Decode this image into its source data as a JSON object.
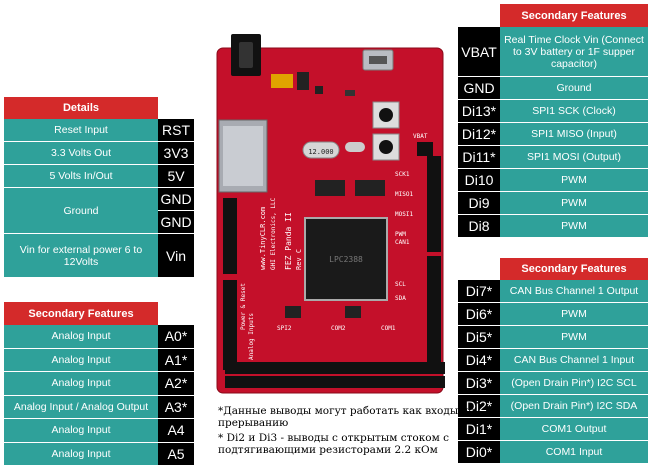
{
  "details": {
    "title": "Details",
    "rows": [
      {
        "desc": "Reset Input",
        "pin": "RST"
      },
      {
        "desc": "3.3 Volts Out",
        "pin": "3V3"
      },
      {
        "desc": "5 Volts In/Out",
        "pin": "5V"
      },
      {
        "desc": "Ground",
        "pin": "GND"
      },
      {
        "desc": "",
        "pin": "GND"
      },
      {
        "desc": "Vin for external power 6 to 12Volts",
        "pin": "Vin"
      }
    ]
  },
  "analog": {
    "title": "Secondary Features",
    "rows": [
      {
        "desc": "Analog Input",
        "pin": "A0*"
      },
      {
        "desc": "Analog Input",
        "pin": "A1*"
      },
      {
        "desc": "Analog Input",
        "pin": "A2*"
      },
      {
        "desc": "Analog Input / Analog Output",
        "pin": "A3*"
      },
      {
        "desc": "Analog Input",
        "pin": "A4"
      },
      {
        "desc": "Analog Input",
        "pin": "A5"
      }
    ]
  },
  "top_right": {
    "title": "Secondary Features",
    "rows": [
      {
        "pin": "VBAT",
        "desc": "Real Time Clock Vin (Connect to 3V battery or 1F supper capacitor)"
      },
      {
        "pin": "GND",
        "desc": "Ground"
      },
      {
        "pin": "Di13*",
        "desc": "SPI1 SCK (Clock)"
      },
      {
        "pin": "Di12*",
        "desc": "SPI1 MISO (Input)"
      },
      {
        "pin": "Di11*",
        "desc": "SPI1 MOSI (Output)"
      },
      {
        "pin": "Di10",
        "desc": "PWM"
      },
      {
        "pin": "Di9",
        "desc": "PWM"
      },
      {
        "pin": "Di8",
        "desc": "PWM"
      }
    ]
  },
  "bottom_right": {
    "title": "Secondary Features",
    "rows": [
      {
        "pin": "Di7*",
        "desc": "CAN Bus Channel 1 Output"
      },
      {
        "pin": "Di6*",
        "desc": "PWM"
      },
      {
        "pin": "Di5*",
        "desc": "PWM"
      },
      {
        "pin": "Di4*",
        "desc": "CAN Bus Channel 1 Input"
      },
      {
        "pin": "Di3*",
        "desc": "(Open Drain Pin*) I2C SCL"
      },
      {
        "pin": "Di2*",
        "desc": "(Open Drain Pin*) I2C SDA"
      },
      {
        "pin": "Di1*",
        "desc": "COM1 Output"
      },
      {
        "pin": "Di0*",
        "desc": "COM1 Input"
      }
    ]
  },
  "notes": [
    "*Данные выводы могут работать как входы по прерыванию",
    "* Di2 и Di3 - выводы с открытым стоком с подтягивающими резисторами 2.2 кОм"
  ],
  "board": {
    "title": "FEZ Panda II",
    "subtitle": "Rev C",
    "brand": "www.TinyCLR.com",
    "brand2": "GHI Electronics, LLC",
    "chip_text": "LPC2388",
    "crystal": "12.000",
    "label_vbat": "VBAT",
    "label_com2": "COM2",
    "label_com1": "COM1",
    "label_spi2": "SPI2",
    "label_can1": "CAN1",
    "label_scl": "SCL",
    "label_sda": "SDA",
    "label_sck": "SCK1",
    "label_miso": "MISO1",
    "label_mosi": "MOSI1",
    "label_pwm": "PWM",
    "label_power": "Power & Reset",
    "label_analog": "Analog Inputs"
  },
  "colors": {
    "header": "#d42a2a",
    "desc": "#2fa19a",
    "pin": "#000000",
    "board": "#c4102a"
  }
}
